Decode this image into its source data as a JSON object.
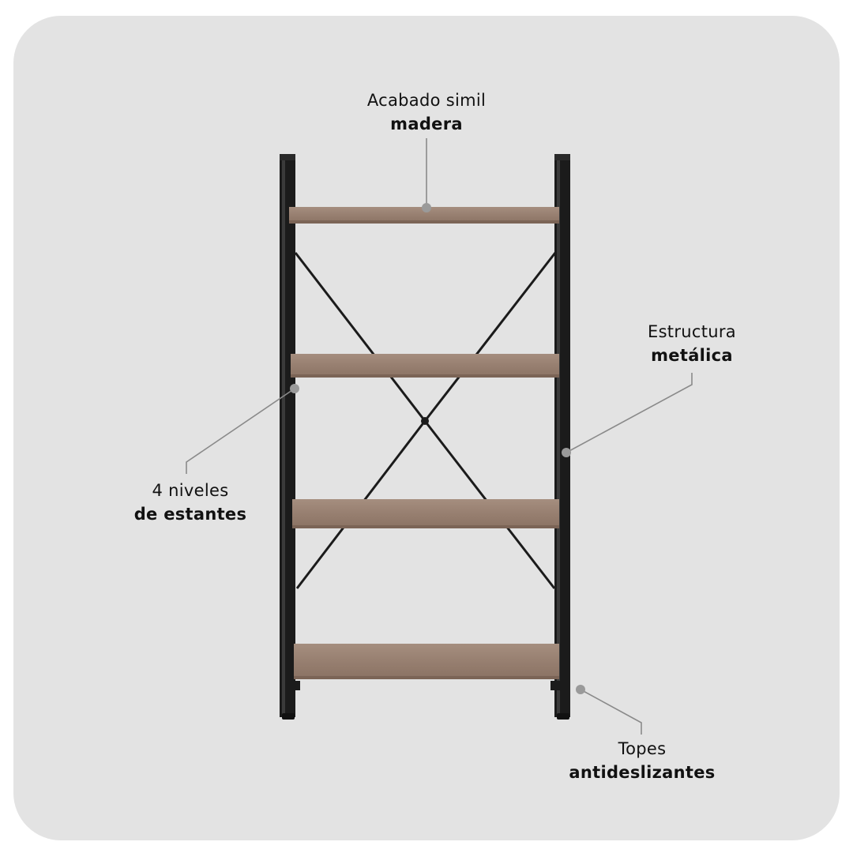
{
  "callouts": {
    "wood": {
      "line1": "Acabado simil",
      "line2": "madera"
    },
    "metal": {
      "line1": "Estructura",
      "line2": "metálica"
    },
    "levels": {
      "line1": "4 niveles",
      "line2": "de estantes"
    },
    "feet": {
      "line1": "Topes",
      "line2": "antideslizantes"
    }
  },
  "colors": {
    "background": "#e3e3e3",
    "wood": "#9a8374",
    "wood_edge": "#7b6456",
    "frame": "#1b1b1b",
    "leader": "#8a8a8a",
    "dot": "#9a9a9a"
  }
}
